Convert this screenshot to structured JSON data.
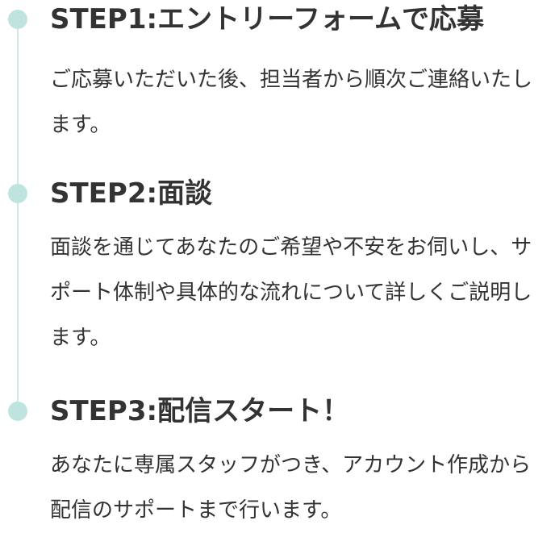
{
  "steps": [
    {
      "title": "STEP1:エントリーフォームで応募",
      "description": "ご応募いただいた後、担当者から順次ご連絡いたします。"
    },
    {
      "title": "STEP2:面談",
      "description": "面談を通じてあなたのご希望や不安をお伺いし、サポート体制や具体的な流れについて詳しくご説明します。"
    },
    {
      "title": "STEP3:配信スタート！",
      "description": "あなたに専属スタッフがつき、アカウント作成から配信のサポートまで行います。"
    }
  ],
  "colors": {
    "dot": "#bfe3df",
    "timeline": "#cfe6e6",
    "text": "#333333"
  }
}
